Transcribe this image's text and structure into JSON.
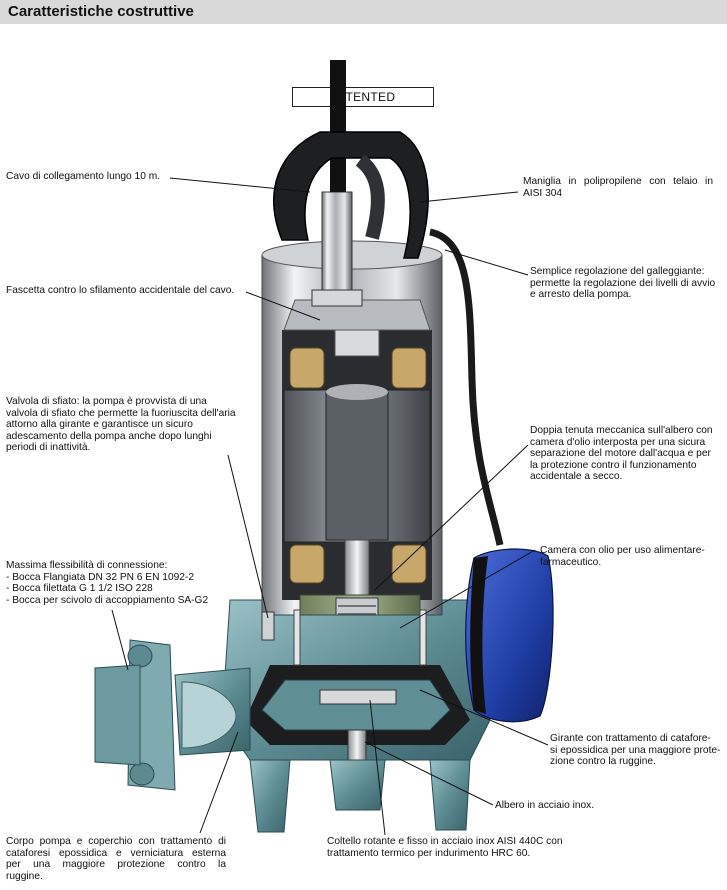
{
  "header": {
    "title": "Caratteristiche costruttive"
  },
  "badge": {
    "text": "PATENTED"
  },
  "labels": {
    "cavo": [
      "Cavo di collegamento lungo 10 m."
    ],
    "maniglia": [
      "Maniglia in polipropilene con telaio in",
      "AISI 304"
    ],
    "fascetta": [
      "Fascetta contro lo sfilamento accidentale del cavo."
    ],
    "galleggiante": [
      "Semplice regolazione del galleggiante:",
      "permette la regolazione dei livelli di avvio",
      "e arresto della pompa."
    ],
    "valvola": [
      "Valvola di sfiato: la pompa è provvista di una",
      "valvola di sfiato che permette la fuoriuscita dell'aria",
      "attorno alla girante e garantisce un sicuro",
      "adescamento della pompa anche dopo lunghi",
      "periodi di inattività."
    ],
    "tenuta": [
      "Doppia tenuta meccanica sull'albero con",
      "camera d'olio interposta per una sicura",
      "separazione del motore dall'acqua e per",
      "la protezione contro il funzionamento",
      "accidentale a secco."
    ],
    "flessibilita": [
      "Massima flessibilità di connessione:",
      "- Bocca Flangiata DN 32 PN 6 EN 1092-2",
      "- Bocca filettata G 1 1/2 ISO 228",
      "- Bocca per scivolo di accoppiamento SA-G2"
    ],
    "camera": [
      "Camera con olio per uso alimentare-",
      "farmaceutico."
    ],
    "girante": [
      "Girante con trattamento di catafore-",
      "si epossidica per una maggiore prote-",
      "zione contro la ruggine."
    ],
    "albero": [
      "Albero in acciaio inox."
    ],
    "corpo": [
      "Corpo pompa e coperchio con trattamento di",
      "cataforesi epossidica e verniciatura esterna",
      "per una maggiore protezione contro la",
      "ruggine."
    ],
    "coltello": [
      "Coltello rotante e fisso in acciaio inox AISI 440C con",
      "trattamento termico per indurimento HRC 60."
    ]
  }
}
